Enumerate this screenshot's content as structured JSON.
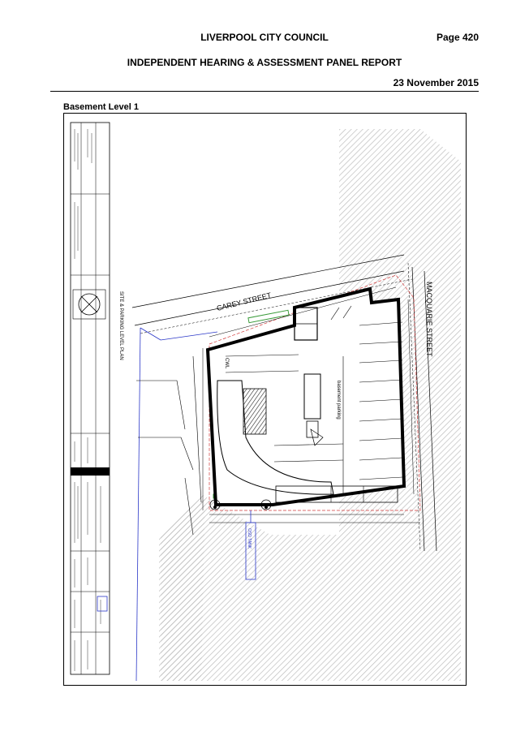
{
  "header": {
    "council": "LIVERPOOL CITY COUNCIL",
    "page": "Page 420",
    "report_title": "INDEPENDENT HEARING & ASSESSMENT PANEL REPORT",
    "date": "23 November 2015"
  },
  "figure": {
    "caption": "Basement Level 1",
    "street_top": "CAREY   STREET",
    "street_right": "MACQUARIE STREET",
    "plan_title": "SITE & PARKING LEVEL PLAN",
    "label_parking": "basement parking",
    "label_cwl": "CWL",
    "label_tank": "OSD TANK"
  },
  "colors": {
    "line": "#000000",
    "hatch": "#bdbdbd",
    "annotation": "#2a37c8",
    "green": "#3a9b3a",
    "red_boundary": "#d23a3a"
  }
}
